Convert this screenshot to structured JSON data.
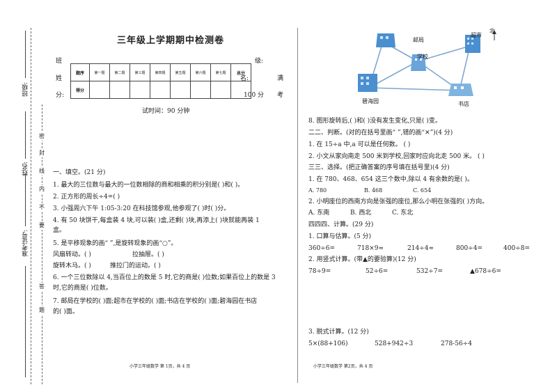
{
  "binding_margin": {
    "class_label": "班级:",
    "name_label": "姓名:",
    "exam_no_label": "准考证号:",
    "seal_text": [
      "密",
      "封",
      "线",
      "内",
      "不",
      "要",
      "答",
      "题"
    ]
  },
  "header": {
    "title": "三年级上学期期中检测卷",
    "side_left": [
      "班",
      "姓",
      "分:"
    ],
    "side_right_1": "级:",
    "side_right_2": "名:",
    "side_right_2b": "满",
    "side_right_3": "100 分",
    "side_right_3b": "考",
    "time": "试时间：90 分钟",
    "table_row1": [
      "题序",
      "第一题",
      "第二题",
      "第三题",
      "第四题",
      "第五题",
      "第六题",
      "第七题",
      "总分"
    ],
    "table_row2": [
      "得分",
      "",
      "",
      "",
      "",
      "",
      "",
      "",
      ""
    ]
  },
  "left": {
    "section1": "一、填空。(21 分)",
    "q1": "1. 最大的三位数与最大的一位数相除的商和相乘的积分别是(        )和(        )。",
    "q2": "2. 正方形的周长÷4=(        )",
    "q3": "3. 小强周六下午 1:05-3:20 在科技馆参观,他参观了(        )时(        )分。",
    "q4a": "4. 有 50 块饼干,每盒装 4 块,可以装(        )盒,还剩(        )块,再添上(        )块就能再装 1",
    "q4b": "盒。",
    "q5": "5. 是平移现象的画“  ”,是旋转现象的画“○”。",
    "q5a1": "风扇转动。(    )",
    "q5a2": "拉抽屉。(    )",
    "q5b1": "旋转木马。(    )",
    "q5b2": "推拉门的运动。(    )",
    "q6a": "6. 一个三位数除以 4,当百位上的数是 5 时,它的商是(        )位数;如果百位上的数是 3",
    "q6b": "时,它的商是(        )位数。",
    "q7a": "7. 邮局在学校的(        )面;超市在学校的(        )面;书店在学校的(        )面;碧海园在书店",
    "q7b": "的(        )面。"
  },
  "map": {
    "north": "北",
    "post": "邮局",
    "supermarket": "超市",
    "school": "学校",
    "bihaiyuan": "碧海园",
    "bookstore": "书店"
  },
  "right": {
    "q8": "8. 图形旋转后,(        )和(        )没有发生变化,只是(        )变。",
    "section2": "二二、判断。(对的在括号里画“  ”,错的画“✕”)(4 分)",
    "j1": "1. 在 15÷a 中,a 可以是任何数。        (        )",
    "j2": "2. 小文从家向南走 500 米到学校,回家时应向北走 500 米。    (        )",
    "section3": "三三、选择。(把正确答案的序号填在括号里)(4 分)",
    "c1": "1. 在 780、468、654 这三个数中,除以 4 有余数的是(        )。",
    "c1_opts": [
      "A. 780",
      "B. 468",
      "C. 654"
    ],
    "c2": "2. 小明座位的西南方向是张强的座位,那么小明在张强的(        )方向。",
    "c2_opts": [
      "A. 东南",
      "B. 西北",
      "C. 东北"
    ],
    "section4": "四四四、计算。(29 分)",
    "k1": "1. 口算与估算。(5 分)",
    "k1_items": [
      "360÷6=",
      "718×9≈",
      "214÷4≈",
      "800÷4=",
      "400÷8="
    ],
    "k2": "2. 用竖式计算。(带▲的要验算)(12 分)",
    "k2_items": [
      "78÷9=",
      "52÷6=",
      "532÷7=",
      "▲678÷6="
    ],
    "k3": "3. 脱式计算。(12 分)",
    "k3_items": [
      "5×(88+106)",
      "528+942÷3",
      "278-56÷4"
    ]
  },
  "footer": {
    "left": "小学三年级数学    第 1页，共 4 页",
    "right": "小学三年级数学   第2页，共 4 页"
  },
  "colors": {
    "building": "#4a8fd0",
    "line": "#7fa8d0",
    "text": "#222222"
  }
}
